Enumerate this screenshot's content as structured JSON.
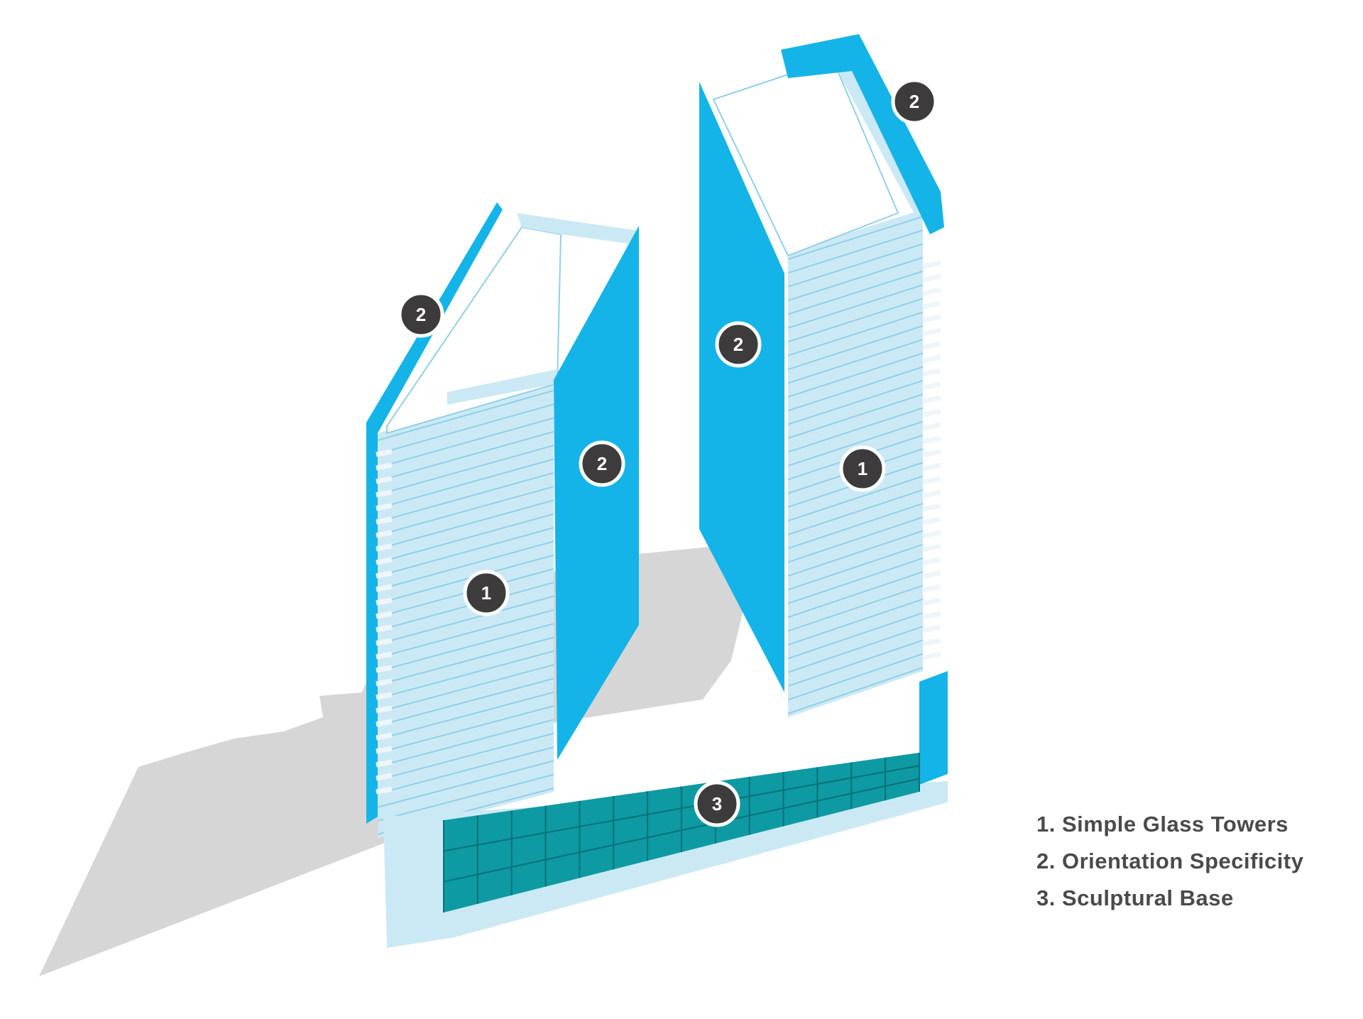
{
  "colors": {
    "fin_blue": "#14b4e8",
    "glass": "#cbe9f5",
    "glass_line": "#8fd0ea",
    "base_teal": "#0e9aa3",
    "shadow": "#d6d6d6",
    "roof": "#ffffff",
    "marker": "#3d3b3b"
  },
  "markers": [
    {
      "id": "marker-1-west-tower",
      "label": "1",
      "meaning": "simple-glass-towers"
    },
    {
      "id": "marker-1-east-tower",
      "label": "1",
      "meaning": "simple-glass-towers"
    },
    {
      "id": "marker-2-west-tower-roof",
      "label": "2",
      "meaning": "orientation-specificity"
    },
    {
      "id": "marker-2-west-tower-fin",
      "label": "2",
      "meaning": "orientation-specificity"
    },
    {
      "id": "marker-2-east-tower-fin",
      "label": "2",
      "meaning": "orientation-specificity"
    },
    {
      "id": "marker-2-east-tower-roof",
      "label": "2",
      "meaning": "orientation-specificity"
    },
    {
      "id": "marker-3-base",
      "label": "3",
      "meaning": "sculptural-base"
    }
  ],
  "legend": {
    "items": [
      {
        "label": "1. Simple Glass Towers"
      },
      {
        "label": "2. Orientation Specificity"
      },
      {
        "label": "3. Sculptural Base"
      }
    ]
  }
}
